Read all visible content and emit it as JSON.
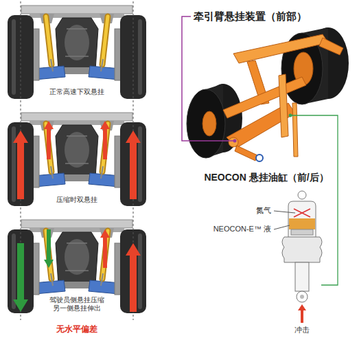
{
  "diagram": {
    "labels": [
      "正常高速下双悬挂",
      "压缩时双悬挂",
      "驾驶员侧悬挂压缩 另一侧悬挂伸出",
      "无水平偏差",
      "牵引臂悬挂装置（前部）",
      "NEOCON 悬挂油缸（前/后）",
      "氮气",
      "NEOCON-E™ 液",
      "冲击"
    ]
  }
}
